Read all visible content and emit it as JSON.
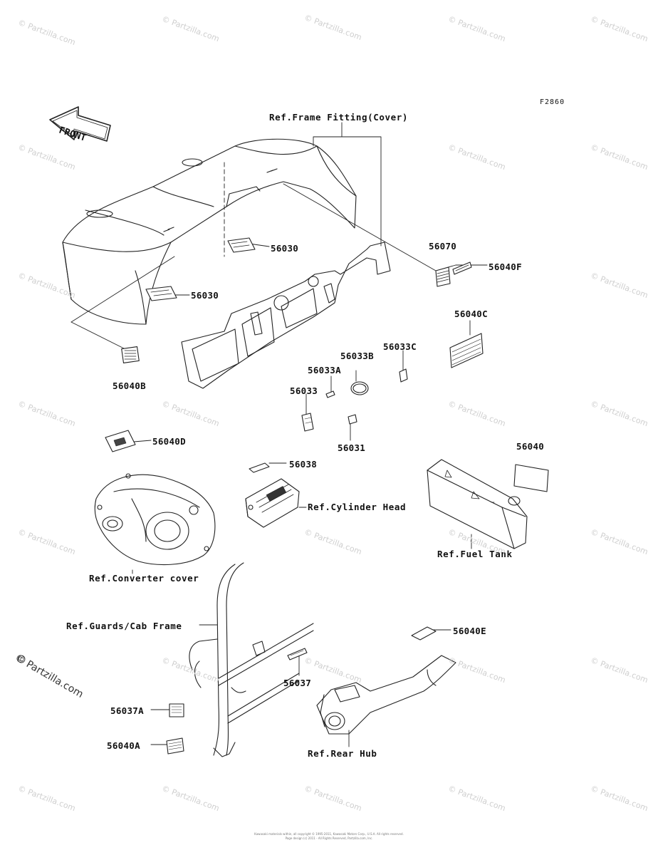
{
  "figure_id": "F2860",
  "front_label": "FRONT",
  "watermark": {
    "text": "© Partzilla.com"
  },
  "footer": {
    "line1": "Kawasaki materials within, all copyright © 1995-2011, Kawasaki Motors Corp., U.S.A. All rights reserved.",
    "line2": "Page design (c) 2011 - All Rights Reserved, Partzilla.com, Inc."
  },
  "parts": {
    "p56030a": "56030",
    "p56030b": "56030",
    "p56040b": "56040B",
    "p56070": "56070",
    "p56040f": "56040F",
    "p56040c": "56040C",
    "p56033c": "56033C",
    "p56033b": "56033B",
    "p56033a": "56033A",
    "p56033": "56033",
    "p56031": "56031",
    "p56040d": "56040D",
    "p56038": "56038",
    "p56040": "56040",
    "p56040e": "56040E",
    "p56037": "56037",
    "p56037a": "56037A",
    "p56040a": "56040A"
  },
  "refs": {
    "frame_fitting": "Ref.Frame Fitting(Cover)",
    "cylinder_head": "Ref.Cylinder Head",
    "fuel_tank": "Ref.Fuel Tank",
    "converter_cover": "Ref.Converter cover",
    "guards_cab": "Ref.Guards/Cab Frame",
    "rear_hub": "Ref.Rear Hub"
  }
}
